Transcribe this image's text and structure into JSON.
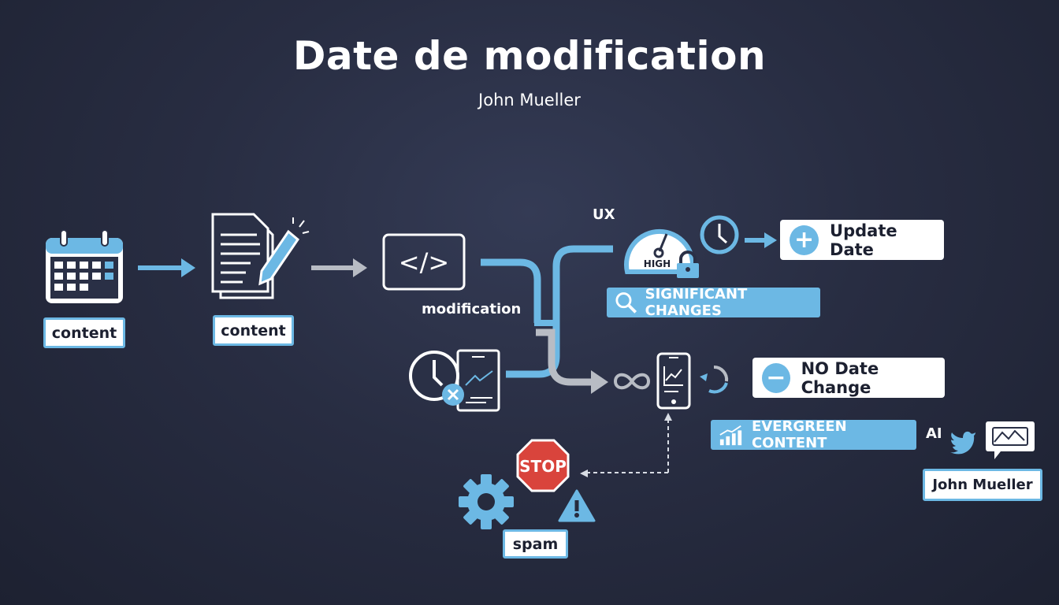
{
  "header": {
    "title": "Date de modification",
    "subtitle": "John Mueller"
  },
  "steps": {
    "calendar_label": "content",
    "document_label": "content",
    "code_label": "modification"
  },
  "upper_branch": {
    "ux_label": "UX",
    "gauge_label": "HIGH",
    "update_date": "Update Date",
    "significant_changes": "SIGNIFICANT CHANGES"
  },
  "lower_branch": {
    "no_date_change": "NO Date Change",
    "evergreen": "EVERGREEN CONTENT",
    "ai_label": "AI",
    "author_label": "John Mueller"
  },
  "spam_area": {
    "stop_label": "STOP",
    "spam_label": "spam"
  },
  "colors": {
    "accent": "#6cb8e4",
    "background": "#282d42",
    "stop": "#d9443c",
    "gray": "#b8bcc4"
  }
}
